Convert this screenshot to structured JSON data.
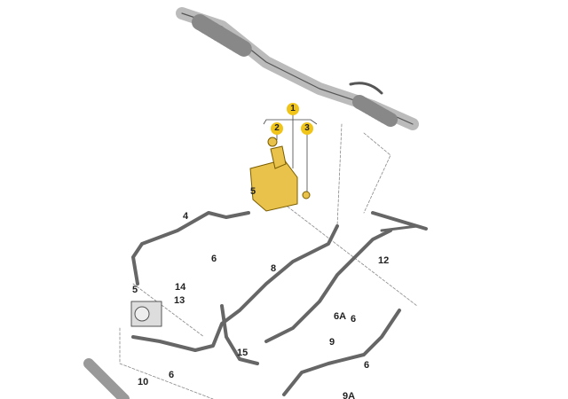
{
  "diagram": {
    "highlight_color": "#f0c419",
    "part_color": "#e8c24a",
    "line_color": "#555555",
    "highlighted_labels": [
      "1",
      "2",
      "3"
    ],
    "labels": [
      "4",
      "5",
      "5",
      "6",
      "6",
      "6",
      "6",
      "6A",
      "8",
      "9",
      "9A",
      "10",
      "12",
      "13",
      "14",
      "15"
    ]
  }
}
